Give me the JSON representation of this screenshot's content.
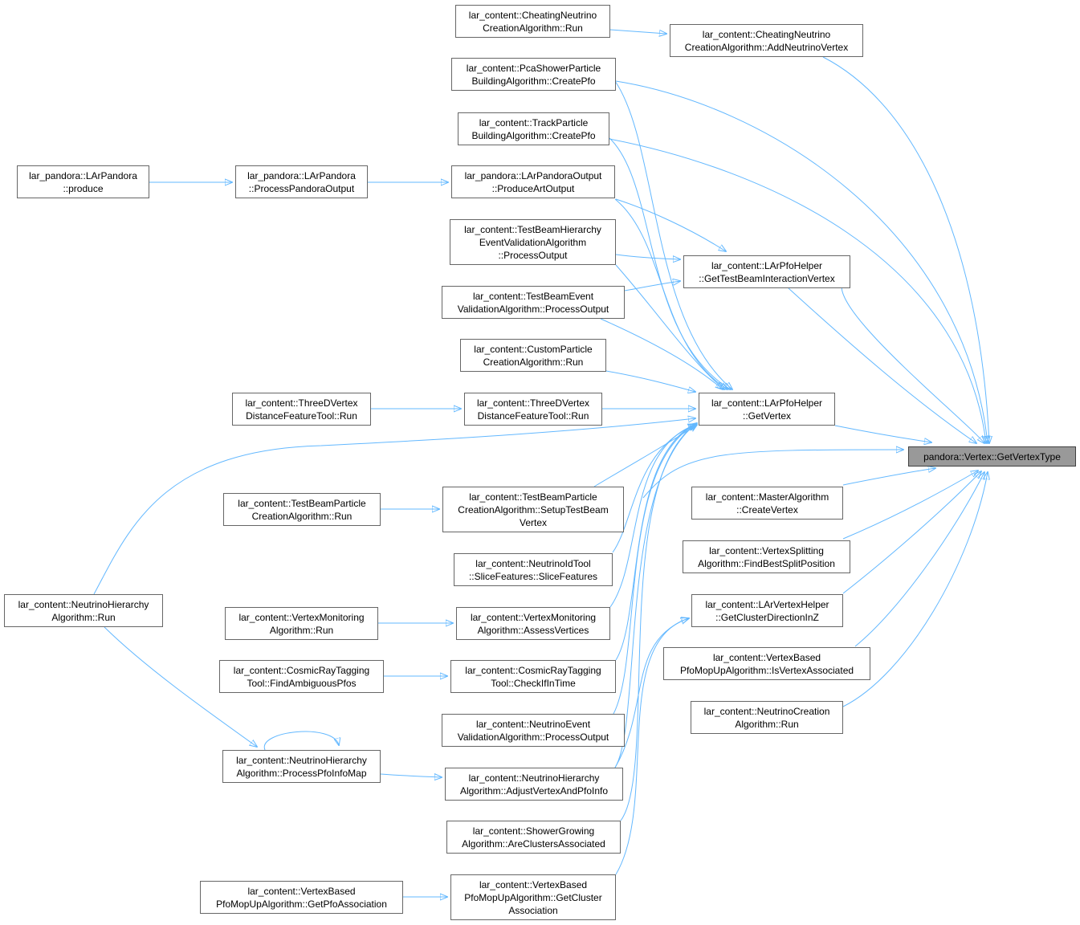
{
  "graph": {
    "edge_color": "#63b8ff",
    "node_border_color": "#666666",
    "root_fill_color": "#999999",
    "nodes": {
      "root": [
        "pandora::Vertex::GetVertexType"
      ],
      "add_neutrino_vertex": [
        "lar_content::CheatingNeutrino",
        "CreationAlgorithm::AddNeutrinoVertex"
      ],
      "cheating_run": [
        "lar_content::CheatingNeutrino",
        "CreationAlgorithm::Run"
      ],
      "pca_create_pfo": [
        "lar_content::PcaShowerParticle",
        "BuildingAlgorithm::CreatePfo"
      ],
      "track_create_pfo": [
        "lar_content::TrackParticle",
        "BuildingAlgorithm::CreatePfo"
      ],
      "produce_art_output": [
        "lar_pandora::LArPandoraOutput",
        "::ProduceArtOutput"
      ],
      "process_pandora_output": [
        "lar_pandora::LArPandora",
        "::ProcessPandoraOutput"
      ],
      "produce": [
        "lar_pandora::LArPandora",
        "::produce"
      ],
      "tb_hier_process_output": [
        "lar_content::TestBeamHierarchy",
        "EventValidationAlgorithm",
        "::ProcessOutput"
      ],
      "tb_event_process_output": [
        "lar_content::TestBeamEvent",
        "ValidationAlgorithm::ProcessOutput"
      ],
      "get_tb_interaction_vertex": [
        "lar_content::LArPfoHelper",
        "::GetTestBeamInteractionVertex"
      ],
      "custom_run": [
        "lar_content::CustomParticle",
        "CreationAlgorithm::Run"
      ],
      "get_vertex": [
        "lar_content::LArPfoHelper",
        "::GetVertex"
      ],
      "threed_run_mid": [
        "lar_content::ThreeDVertex",
        "DistanceFeatureTool::Run"
      ],
      "threed_run_left": [
        "lar_content::ThreeDVertex",
        "DistanceFeatureTool::Run"
      ],
      "master_create_vertex": [
        "lar_content::MasterAlgorithm",
        "::CreateVertex"
      ],
      "setup_tb_vertex": [
        "lar_content::TestBeamParticle",
        "CreationAlgorithm::SetupTestBeam",
        "Vertex"
      ],
      "tb_particle_run": [
        "lar_content::TestBeamParticle",
        "CreationAlgorithm::Run"
      ],
      "find_best_split": [
        "lar_content::VertexSplitting",
        "Algorithm::FindBestSplitPosition"
      ],
      "slice_features": [
        "lar_content::NeutrinoIdTool",
        "::SliceFeatures::SliceFeatures"
      ],
      "neutrino_hier_run": [
        "lar_content::NeutrinoHierarchy",
        "Algorithm::Run"
      ],
      "get_cluster_dir": [
        "lar_content::LArVertexHelper",
        "::GetClusterDirectionInZ"
      ],
      "assess_vertices": [
        "lar_content::VertexMonitoring",
        "Algorithm::AssessVertices"
      ],
      "vertex_mon_run": [
        "lar_content::VertexMonitoring",
        "Algorithm::Run"
      ],
      "is_vertex_assoc": [
        "lar_content::VertexBased",
        "PfoMopUpAlgorithm::IsVertexAssociated"
      ],
      "check_in_time": [
        "lar_content::CosmicRayTagging",
        "Tool::CheckIfInTime"
      ],
      "find_ambiguous": [
        "lar_content::CosmicRayTagging",
        "Tool::FindAmbiguousPfos"
      ],
      "neutrino_creation_run": [
        "lar_content::NeutrinoCreation",
        "Algorithm::Run"
      ],
      "nu_event_process_output": [
        "lar_content::NeutrinoEvent",
        "ValidationAlgorithm::ProcessOutput"
      ],
      "process_pfo_info_map": [
        "lar_content::NeutrinoHierarchy",
        "Algorithm::ProcessPfoInfoMap"
      ],
      "adjust_vertex": [
        "lar_content::NeutrinoHierarchy",
        "Algorithm::AdjustVertexAndPfoInfo"
      ],
      "shower_growing": [
        "lar_content::ShowerGrowing",
        "Algorithm::AreClustersAssociated"
      ],
      "get_cluster_assoc": [
        "lar_content::VertexBased",
        "PfoMopUpAlgorithm::GetCluster",
        "Association"
      ],
      "get_pfo_assoc": [
        "lar_content::VertexBased",
        "PfoMopUpAlgorithm::GetPfoAssociation"
      ]
    }
  }
}
